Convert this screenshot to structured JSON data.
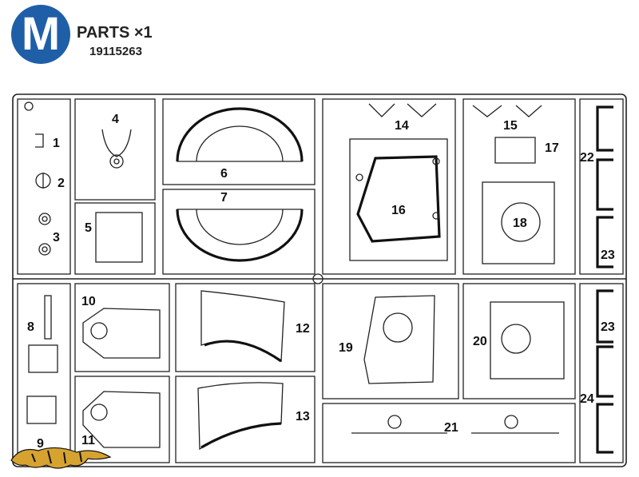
{
  "header": {
    "badge_letter": "M",
    "title": "PARTS ×1",
    "part_code": "19115263"
  },
  "part_labels": [
    "1",
    "2",
    "3",
    "4",
    "5",
    "6",
    "7",
    "8",
    "9",
    "10",
    "11",
    "12",
    "13",
    "14",
    "15",
    "16",
    "17",
    "18",
    "19",
    "20",
    "21",
    "22",
    "23",
    "23",
    "24"
  ],
  "colors": {
    "badge": "#1f5fa8",
    "line": "#222222",
    "logo_gold": "#d6a330"
  },
  "icons": {
    "logo": "tiger-logo-icon"
  }
}
